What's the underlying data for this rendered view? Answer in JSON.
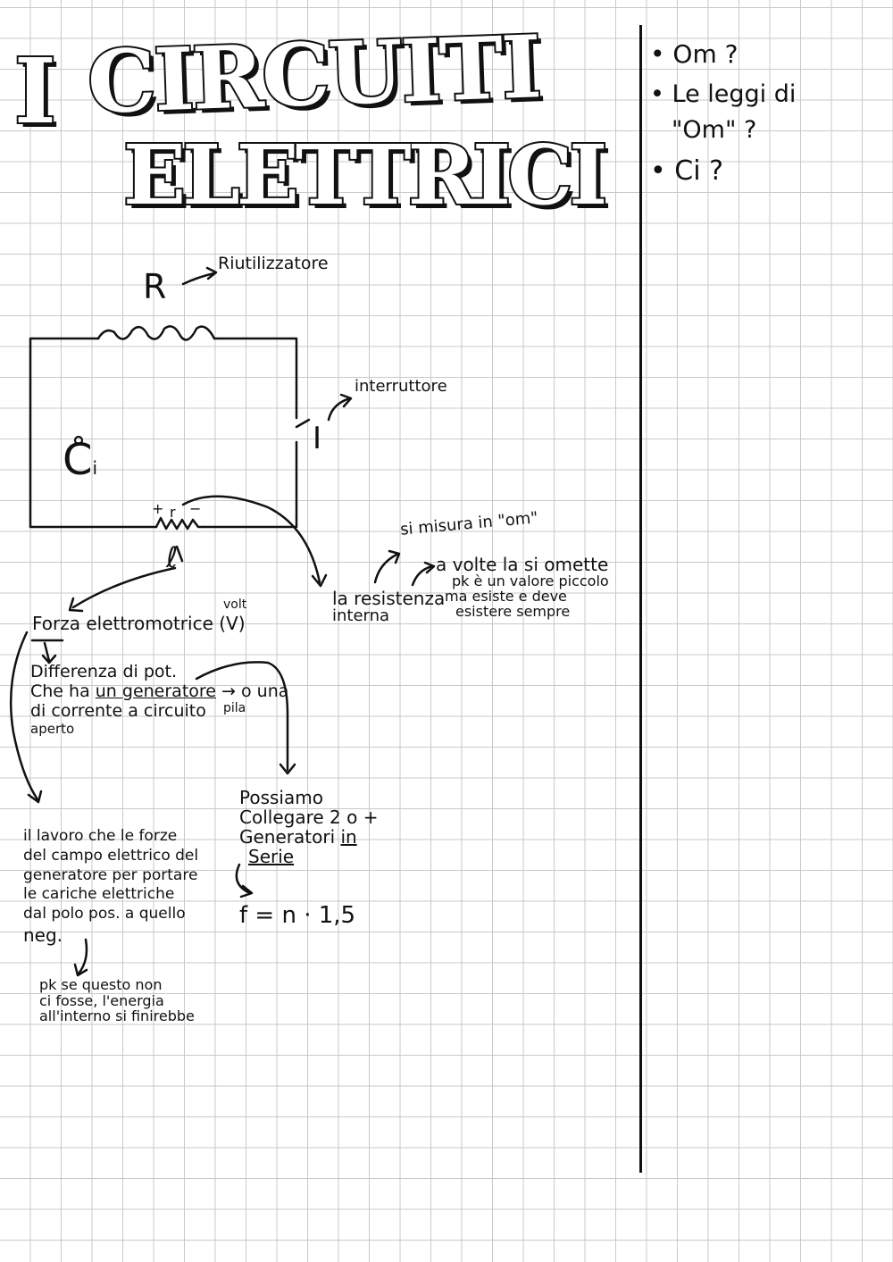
{
  "title": {
    "line1_a": "I",
    "line1_b": "CIRCUITI",
    "line2": "ELETTRICI"
  },
  "sidebar": {
    "items": [
      {
        "bullet": "•",
        "text": "Om ?"
      },
      {
        "bullet": "•",
        "text": "Le leggi di"
      },
      {
        "bullet": "",
        "text": "\"Om\" ?"
      },
      {
        "bullet": "•",
        "text": "Ci ?"
      }
    ]
  },
  "circuit": {
    "resistor_label": "R",
    "resistor_note": "Riutilizzatore",
    "switch_label": "I",
    "switch_note": "interruttore",
    "current_symbol": "C",
    "current_sub": "i",
    "gen_plus": "+",
    "gen_r": "r",
    "gen_minus": "−",
    "emf_symbol": "ℓ"
  },
  "resistance": {
    "unit_note": "si misura in \"om\"",
    "label_1": "la resistenza",
    "label_2": "interna",
    "note_1": "a volte la si omette",
    "note_2": "pk è un valore piccolo",
    "note_3": "ma esiste e deve",
    "note_4": "esistere sempre"
  },
  "emf": {
    "title": "Forza elettromotrice (V)",
    "unit": "volt",
    "def_1": "Differenza di pot.",
    "def_2_a": "Che ha ",
    "def_2_b": "un generatore",
    "def_2_c": " → o una",
    "def_2_d": "pila",
    "def_3": "di corrente a circuito",
    "def_4": "aperto"
  },
  "series": {
    "l1": "Possiamo",
    "l2": "Collegare 2 o +",
    "l3_a": "Generatori ",
    "l3_b": "in",
    "l4": "Serie",
    "formula": "f = n · 1,5"
  },
  "work": {
    "l1": "il lavoro che le forze",
    "l2": "del campo elettrico del",
    "l3": "generatore per portare",
    "l4": "le cariche elettriche",
    "l5": "dal polo pos. a quello",
    "l6": "neg.",
    "c1": "pk se questo non",
    "c2": "ci fosse, l'energia",
    "c3": "all'interno si finirebbe"
  }
}
